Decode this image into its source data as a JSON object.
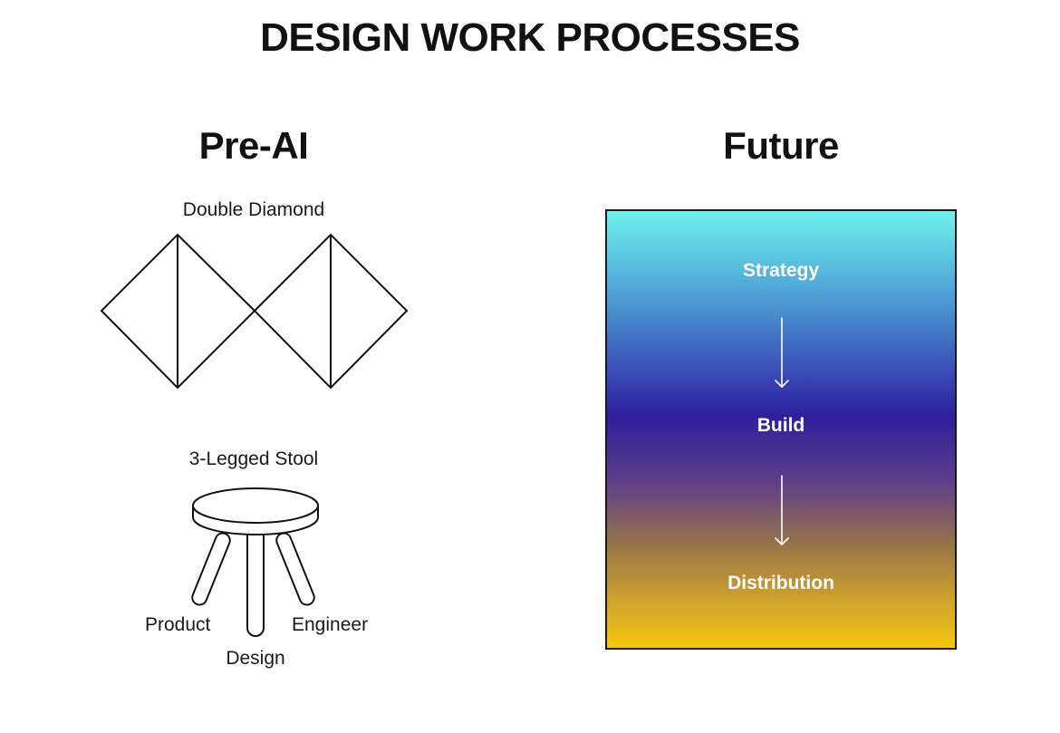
{
  "title": "DESIGN WORK PROCESSES",
  "pre_ai": {
    "heading": "Pre-AI",
    "double_diamond_label": "Double Diamond",
    "stool_label": "3-Legged Stool",
    "stool_legs": {
      "left": "Product",
      "center": "Design",
      "right": "Engineer"
    }
  },
  "future": {
    "heading": "Future",
    "stages": [
      "Strategy",
      "Build",
      "Distribution"
    ],
    "gradient_colors": [
      "#6ef2ee",
      "#2e1f9e",
      "#f5c70c"
    ]
  },
  "icons": [
    "double-diamond-icon",
    "stool-icon",
    "arrow-down-icon"
  ]
}
